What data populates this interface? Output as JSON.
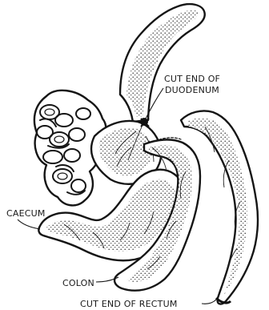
{
  "labels": {
    "duodenum_line1": "CUT END OF",
    "duodenum_line2": "DUODENUM",
    "caecum": "CAECUM",
    "colon": "COLON",
    "rectum": "CUT END OF RECTUM"
  }
}
